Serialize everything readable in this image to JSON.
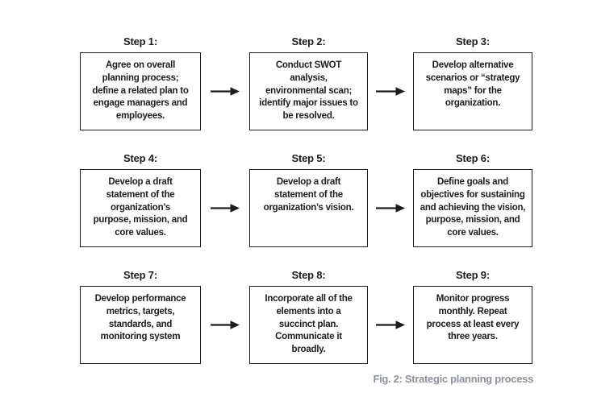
{
  "figure": {
    "caption": "Fig. 2: Strategic planning process",
    "colors": {
      "text": "#1e1c1c",
      "box_border": "#1e1c1c",
      "caption_text": "#8c9199",
      "arrow": "#1e1c1c",
      "background": "#ffffff"
    },
    "arrow_icon": "right-arrow",
    "steps": [
      {
        "label": "Step 1:",
        "text": "Agree on overall\nplanning process;\ndefine a related plan to\nengage managers and\nemployees."
      },
      {
        "label": "Step 2:",
        "text": "Conduct SWOT\nanalysis,\nenvironmental scan;\nidentify major issues to\nbe resolved."
      },
      {
        "label": "Step 3:",
        "text": "Develop alternative\nscenarios or “strategy\nmaps” for the\norganization."
      },
      {
        "label": "Step 4:",
        "text": "Develop a draft\nstatement of the\norganization’s\npurpose, mission, and\ncore values."
      },
      {
        "label": "Step 5:",
        "text": "Develop a draft\nstatement of the\norganization’s vision."
      },
      {
        "label": "Step 6:",
        "text": "Define goals and\nobjectives for sustaining\nand achieving the vision,\npurpose, mission, and\ncore values."
      },
      {
        "label": "Step 7:",
        "text": "Develop performance\nmetrics, targets,\nstandards, and\nmonitoring system"
      },
      {
        "label": "Step 8:",
        "text": "Incorporate all of the\nelements into a\nsuccinct plan.\nCommunicate it\nbroadly."
      },
      {
        "label": "Step 9:",
        "text": "Monitor progress\nmonthly. Repeat\nprocess at least every\nthree years."
      }
    ]
  }
}
